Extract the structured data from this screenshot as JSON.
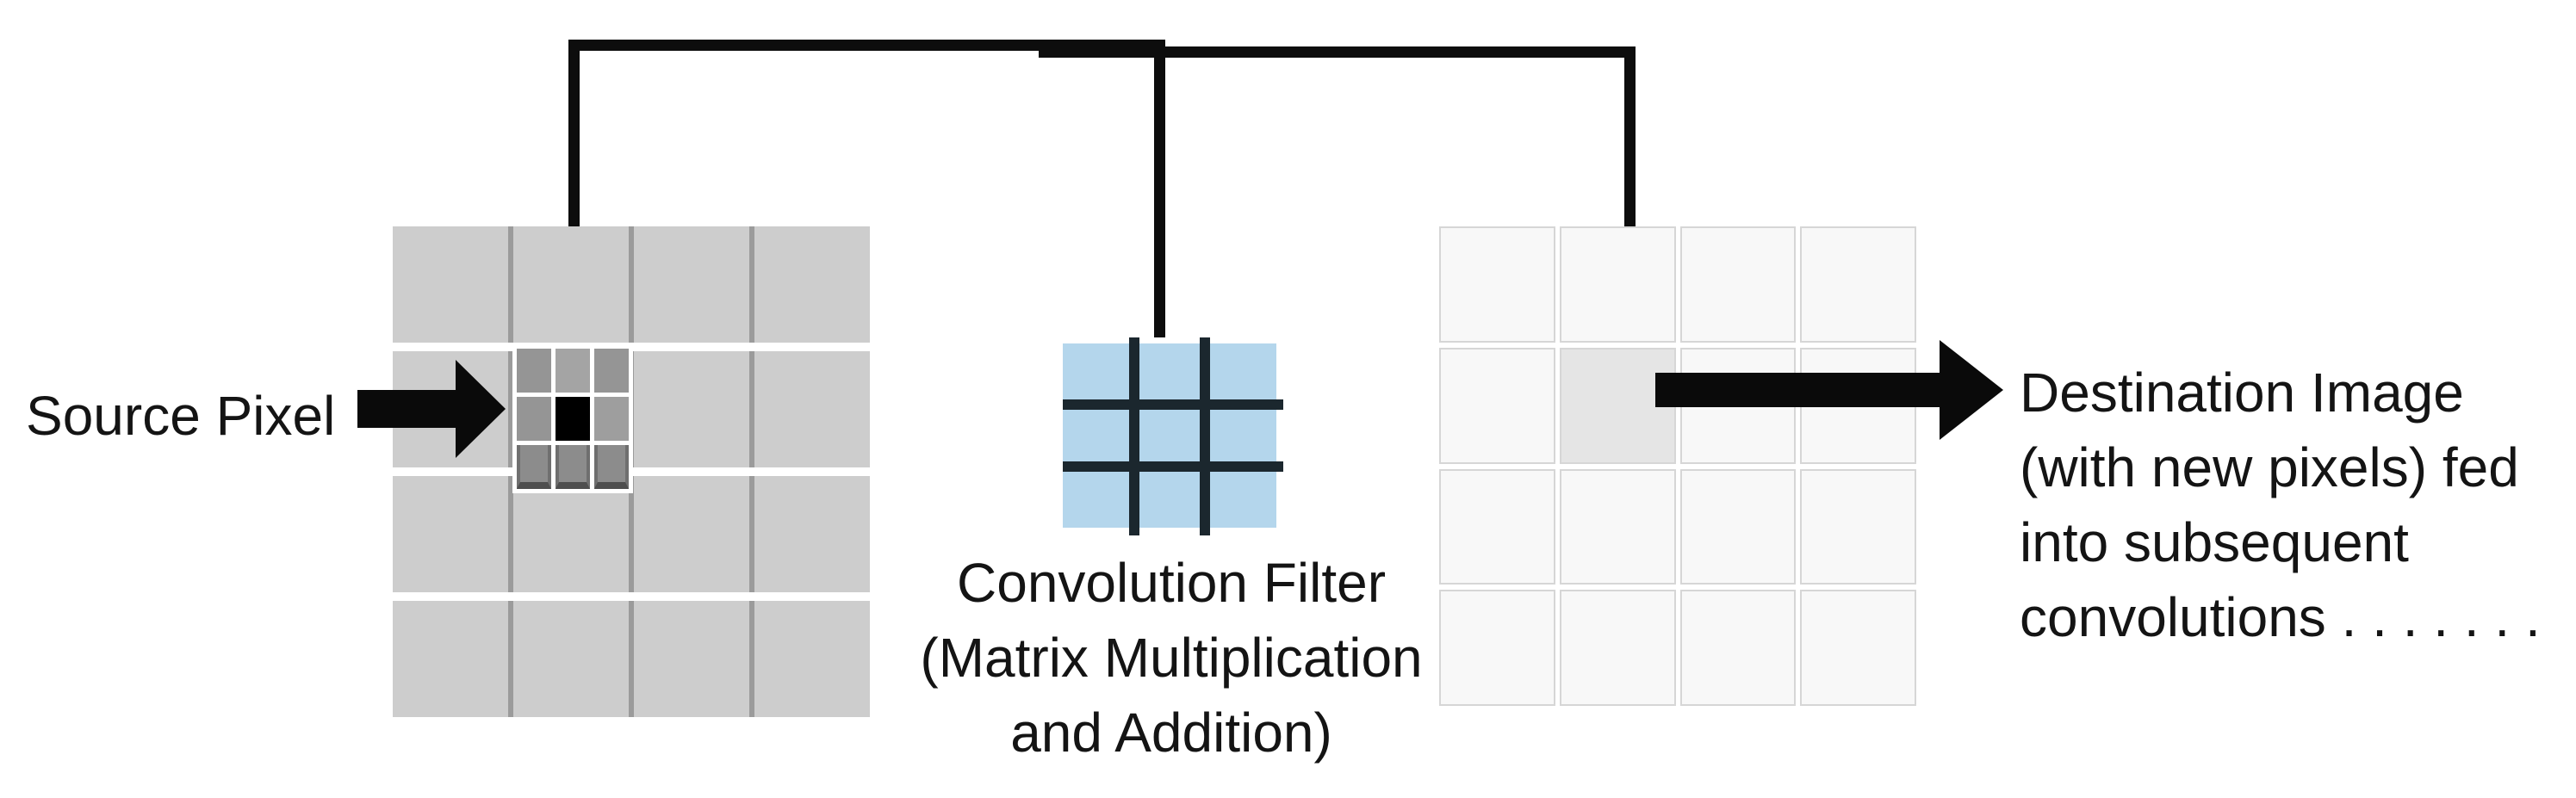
{
  "diagram_title": "Convolution operation diagram",
  "labels": {
    "source": "Source Pixel",
    "filter_caption": {
      "line1": "Convolution Filter",
      "line2": "(Matrix Multiplication",
      "line3": "and Addition)"
    },
    "destination_caption": {
      "line1": "Destination Image",
      "line2": "(with new pixels) fed",
      "line3": "into subsequent",
      "line4": "convolutions . . . . . . ."
    }
  },
  "source_grid": {
    "rows": 4,
    "cols": 4,
    "cell_color": "#cdcdcd",
    "divider_color": "#9b9b9b"
  },
  "kernel_overlay": {
    "rows": 3,
    "cols": 3,
    "description": "3x3 neighborhood around the source pixel",
    "cell_colors": [
      [
        "#959595",
        "#a4a4a4",
        "#959595"
      ],
      [
        "#959595",
        "#000000",
        "#9e9e9e"
      ],
      [
        "#8c8c8c",
        "#8c8c8c",
        "#8c8c8c"
      ]
    ],
    "center_pixel_color": "#000000"
  },
  "convolution_filter": {
    "rows": 3,
    "cols": 3,
    "fill_color": "#b4d6ec",
    "line_color": "#1b272e"
  },
  "destination_grid": {
    "rows": 4,
    "cols": 4,
    "cell_color": "#f8f8f8",
    "border_color": "#d6d6d6",
    "highlight": {
      "row": 1,
      "col": 1,
      "color": "#e5e5e5"
    }
  },
  "connector_color": "#0d0d0d",
  "arrow_color": "#0a0a0a"
}
